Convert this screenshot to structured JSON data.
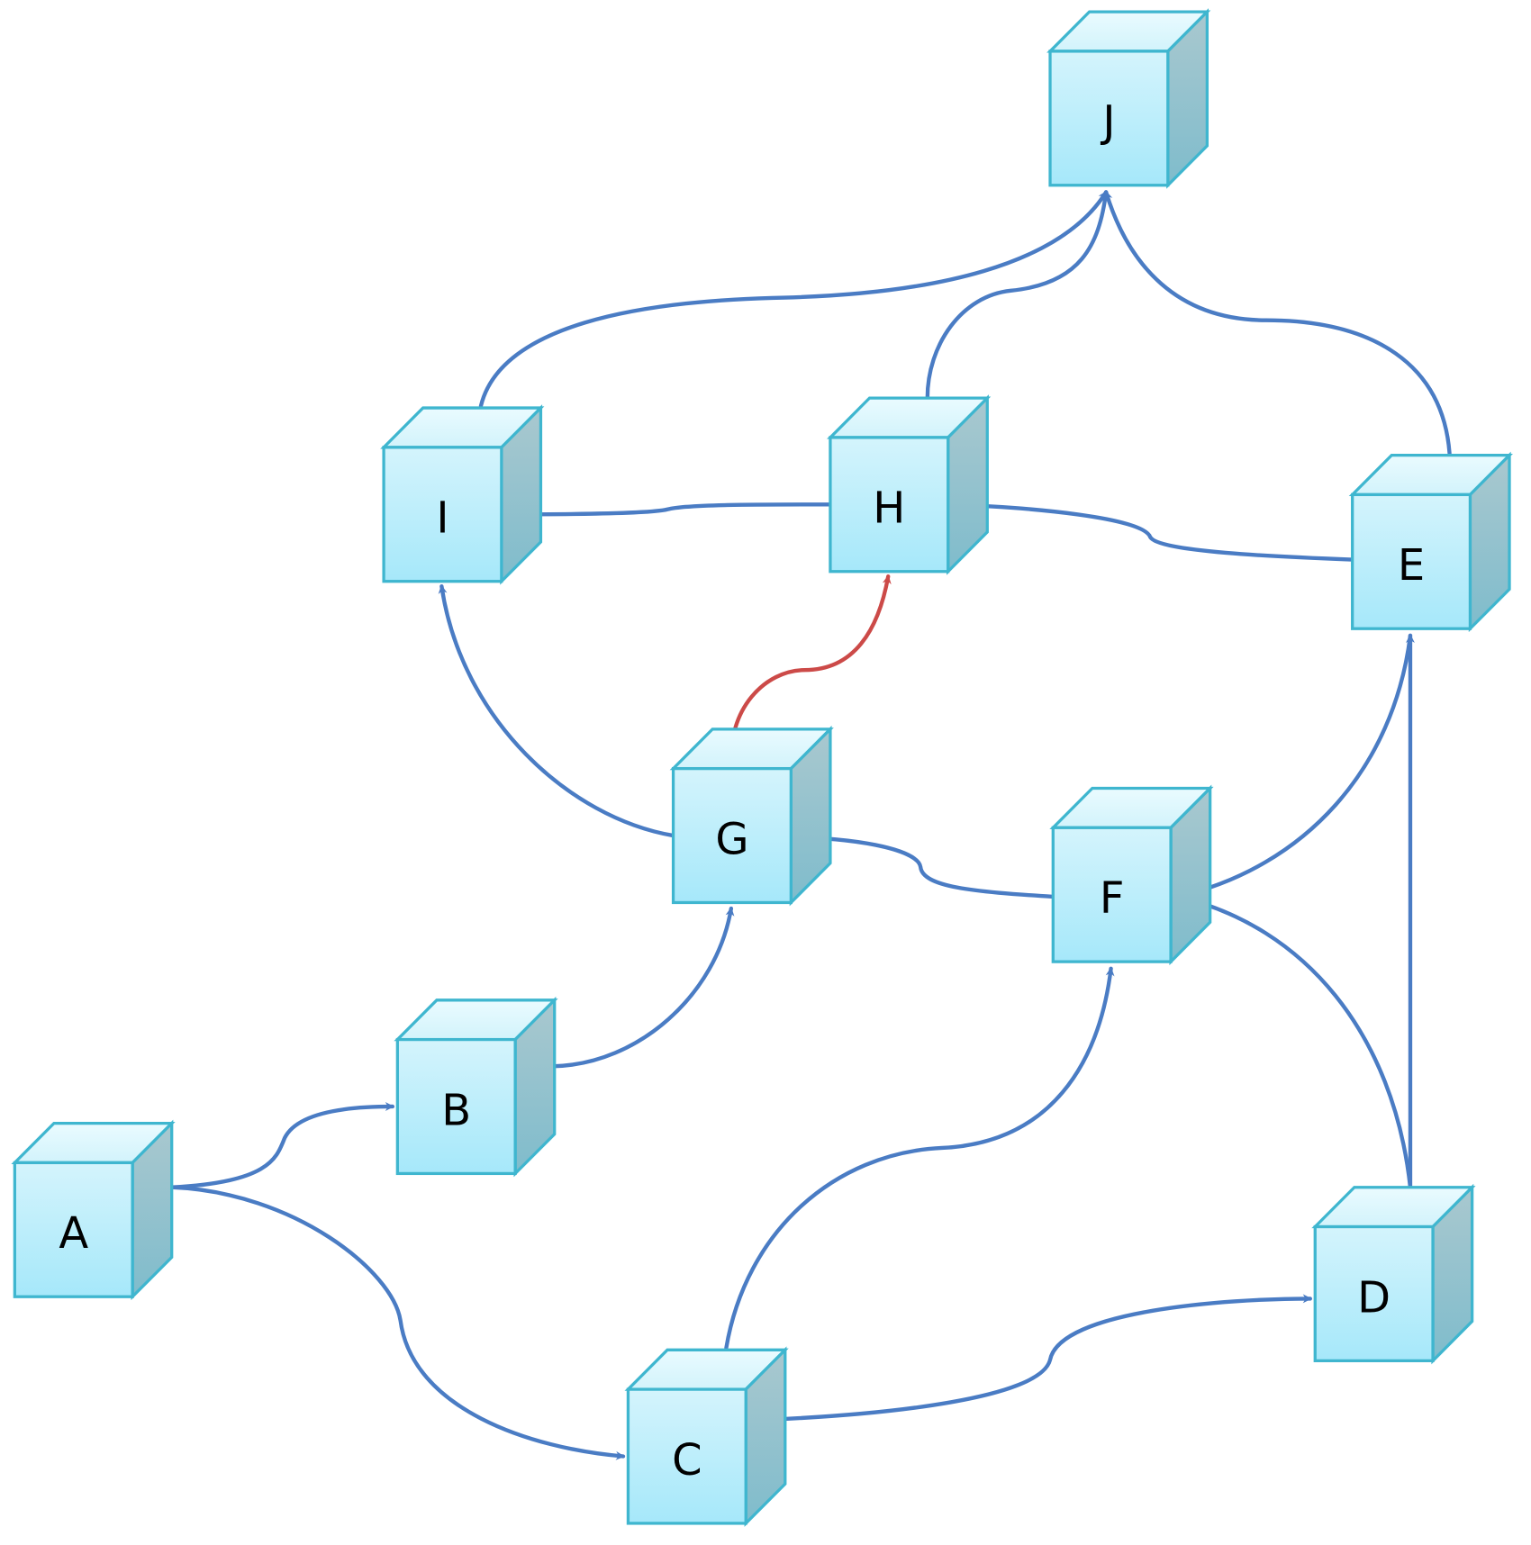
{
  "colors": {
    "edge": "#4a7cc4",
    "highlight_edge": "#cc4a48",
    "cube_front_top": "#d4f4fc",
    "cube_front_bottom": "#a6e8fa",
    "cube_border": "#3fb6cf"
  },
  "nodes": [
    {
      "id": "A",
      "label": "A"
    },
    {
      "id": "B",
      "label": "B"
    },
    {
      "id": "C",
      "label": "C"
    },
    {
      "id": "D",
      "label": "D"
    },
    {
      "id": "E",
      "label": "E"
    },
    {
      "id": "F",
      "label": "F"
    },
    {
      "id": "G",
      "label": "G"
    },
    {
      "id": "H",
      "label": "H"
    },
    {
      "id": "I",
      "label": "I"
    },
    {
      "id": "J",
      "label": "J"
    }
  ],
  "edges": [
    {
      "from": "A",
      "to": "B",
      "highlight": false
    },
    {
      "from": "A",
      "to": "C",
      "highlight": false
    },
    {
      "from": "B",
      "to": "G",
      "highlight": false
    },
    {
      "from": "C",
      "to": "F",
      "highlight": false
    },
    {
      "from": "C",
      "to": "D",
      "highlight": false
    },
    {
      "from": "D",
      "to": "F",
      "highlight": false
    },
    {
      "from": "D",
      "to": "E",
      "highlight": false
    },
    {
      "from": "E",
      "to": "F",
      "highlight": false
    },
    {
      "from": "F",
      "to": "G",
      "highlight": false
    },
    {
      "from": "G",
      "to": "I",
      "highlight": false
    },
    {
      "from": "G",
      "to": "H",
      "highlight": true
    },
    {
      "from": "H",
      "to": "I",
      "highlight": false
    },
    {
      "from": "E",
      "to": "H",
      "highlight": false
    },
    {
      "from": "I",
      "to": "J",
      "highlight": false
    },
    {
      "from": "H",
      "to": "J",
      "highlight": false
    },
    {
      "from": "E",
      "to": "J",
      "highlight": false
    }
  ]
}
